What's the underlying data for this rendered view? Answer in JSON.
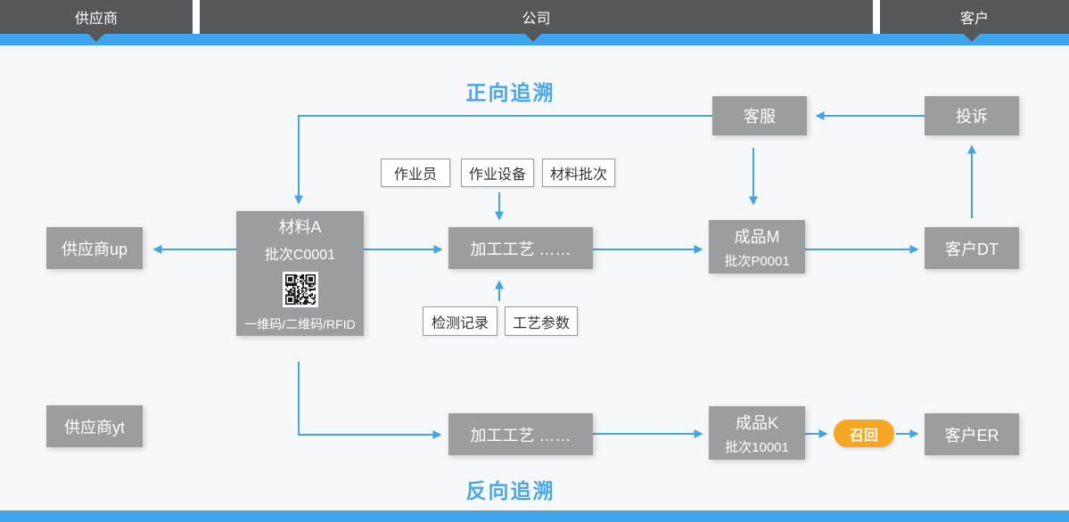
{
  "top_bar": {
    "segments": [
      {
        "label": "供应商"
      },
      {
        "label": "公司"
      },
      {
        "label": "客户"
      }
    ]
  },
  "titles": {
    "forward": "正向追溯",
    "backward": "反向追溯"
  },
  "nodes": {
    "customer_service": {
      "label": "客服"
    },
    "complaint": {
      "label": "投诉"
    },
    "material_a": {
      "title": "材料A",
      "batch": "批次C0001",
      "code_caption": "一维码/二维码/RFID"
    },
    "supplier_up": {
      "label": "供应商up"
    },
    "process_1": {
      "label": "加工工艺 ……"
    },
    "product_m": {
      "title": "成品M",
      "batch": "批次P0001"
    },
    "customer_dt": {
      "label": "客户DT"
    },
    "supplier_yt": {
      "label": "供应商yt"
    },
    "process_2": {
      "label": "加工工艺 ……"
    },
    "product_k": {
      "title": "成品K",
      "batch": "批次10001"
    },
    "recall": {
      "label": "召回"
    },
    "customer_er": {
      "label": "客户ER"
    }
  },
  "info_tags": {
    "operator": "作业员",
    "equipment": "作业设备",
    "material_batch": "材料批次",
    "inspection_record": "检测记录",
    "process_parameters": "工艺参数"
  },
  "colors": {
    "accent_blue": "#3FA4E9",
    "lane_dark_gray": "#565759",
    "node_gray": "#9C9D9F",
    "recall_orange": "#F5A623",
    "background": "#F7F8F9"
  }
}
